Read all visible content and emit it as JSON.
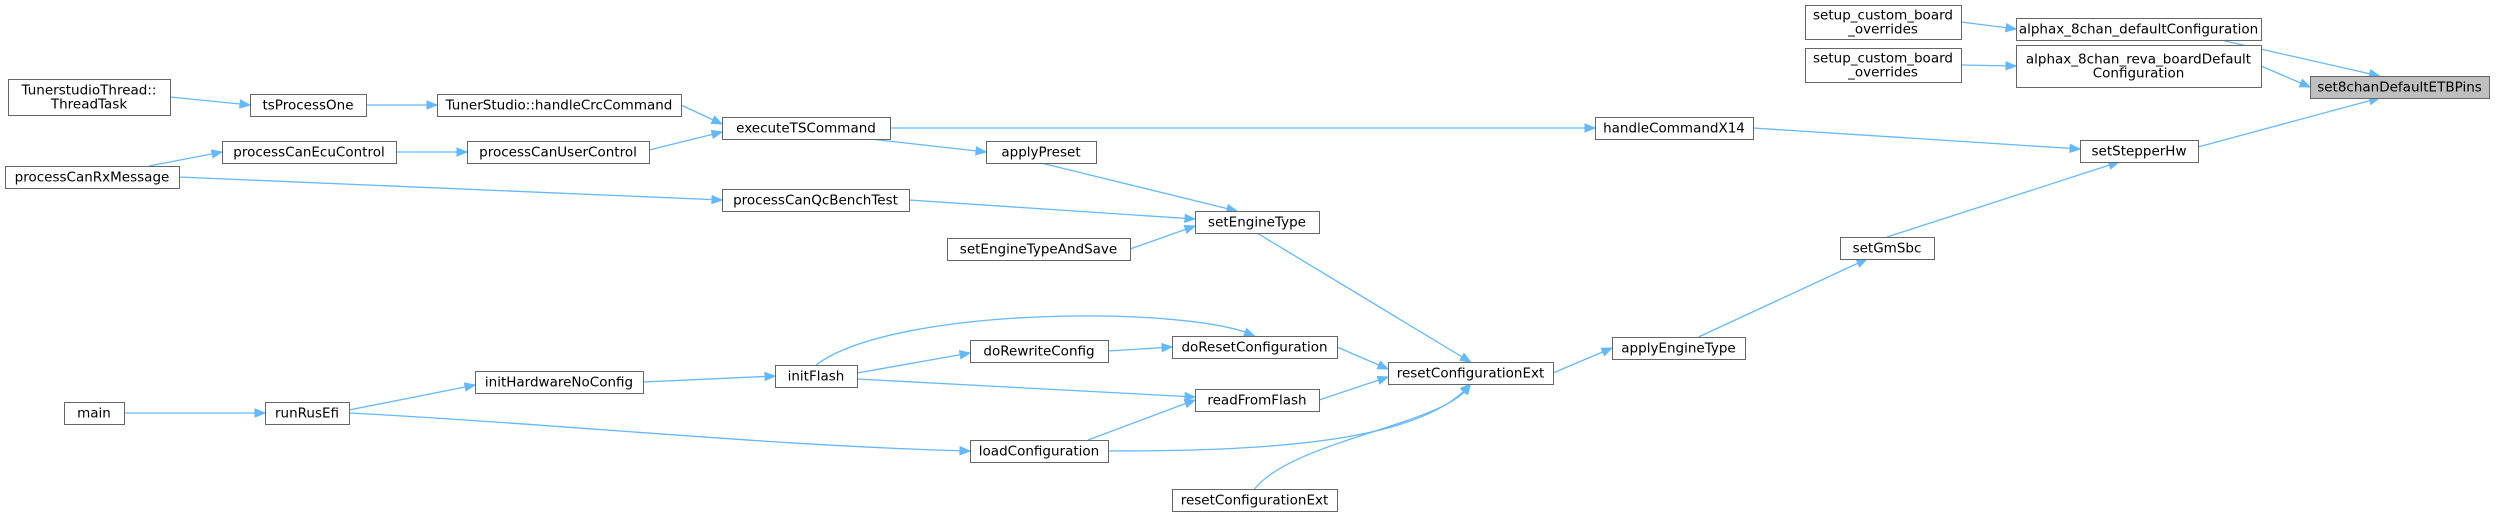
{
  "nodes": [
    {
      "id": "set8chanDefaultETBPins",
      "lines": [
        "set8chanDefaultETBPins"
      ],
      "root": true
    },
    {
      "id": "alphax_8chan_defaultConfiguration",
      "lines": [
        "alphax_8chan_defaultConfiguration"
      ]
    },
    {
      "id": "setup_custom_board_overrides_1",
      "lines": [
        "setup_custom_board",
        "_overrides"
      ]
    },
    {
      "id": "alphax_8chan_reva_boardDefaultConfiguration",
      "lines": [
        "alphax_8chan_reva_boardDefault",
        "Configuration"
      ]
    },
    {
      "id": "setup_custom_board_overrides_2",
      "lines": [
        "setup_custom_board",
        "_overrides"
      ]
    },
    {
      "id": "setStepperHw",
      "lines": [
        "setStepperHw"
      ]
    },
    {
      "id": "handleCommandX14",
      "lines": [
        "handleCommandX14"
      ]
    },
    {
      "id": "setGmSbc",
      "lines": [
        "setGmSbc"
      ]
    },
    {
      "id": "applyEngineType",
      "lines": [
        "applyEngineType"
      ]
    },
    {
      "id": "resetConfigurationExt_1",
      "lines": [
        "resetConfigurationExt"
      ]
    },
    {
      "id": "resetConfigurationExt_2",
      "lines": [
        "resetConfigurationExt"
      ]
    },
    {
      "id": "executeTSCommand",
      "lines": [
        "executeTSCommand"
      ]
    },
    {
      "id": "TunerStudio_handleCrcCommand",
      "lines": [
        "TunerStudio::handleCrcCommand"
      ]
    },
    {
      "id": "tsProcessOne",
      "lines": [
        "tsProcessOne"
      ]
    },
    {
      "id": "TunerstudioThread_ThreadTask",
      "lines": [
        "TunerstudioThread::",
        "ThreadTask"
      ]
    },
    {
      "id": "processCanUserControl",
      "lines": [
        "processCanUserControl"
      ]
    },
    {
      "id": "processCanEcuControl",
      "lines": [
        "processCanEcuControl"
      ]
    },
    {
      "id": "processCanRxMessage",
      "lines": [
        "processCanRxMessage"
      ]
    },
    {
      "id": "applyPreset",
      "lines": [
        "applyPreset"
      ]
    },
    {
      "id": "setEngineType",
      "lines": [
        "setEngineType"
      ]
    },
    {
      "id": "processCanQcBenchTest",
      "lines": [
        "processCanQcBenchTest"
      ]
    },
    {
      "id": "setEngineTypeAndSave",
      "lines": [
        "setEngineTypeAndSave"
      ]
    },
    {
      "id": "doResetConfiguration",
      "lines": [
        "doResetConfiguration"
      ]
    },
    {
      "id": "doRewriteConfig",
      "lines": [
        "doRewriteConfig"
      ]
    },
    {
      "id": "initFlash",
      "lines": [
        "initFlash"
      ]
    },
    {
      "id": "readFromFlash",
      "lines": [
        "readFromFlash"
      ]
    },
    {
      "id": "loadConfiguration",
      "lines": [
        "loadConfiguration"
      ]
    },
    {
      "id": "initHardwareNoConfig",
      "lines": [
        "initHardwareNoConfig"
      ]
    },
    {
      "id": "runRusEfi",
      "lines": [
        "runRusEfi"
      ]
    },
    {
      "id": "main",
      "lines": [
        "main"
      ]
    }
  ],
  "edges": [
    {
      "from": "alphax_8chan_defaultConfiguration",
      "to": "set8chanDefaultETBPins"
    },
    {
      "from": "alphax_8chan_reva_boardDefaultConfiguration",
      "to": "set8chanDefaultETBPins"
    },
    {
      "from": "setStepperHw",
      "to": "set8chanDefaultETBPins"
    },
    {
      "from": "setup_custom_board_overrides_1",
      "to": "alphax_8chan_defaultConfiguration"
    },
    {
      "from": "setup_custom_board_overrides_2",
      "to": "alphax_8chan_reva_boardDefaultConfiguration"
    },
    {
      "from": "handleCommandX14",
      "to": "setStepperHw"
    },
    {
      "from": "setGmSbc",
      "to": "setStepperHw"
    },
    {
      "from": "executeTSCommand",
      "to": "handleCommandX14"
    },
    {
      "from": "applyEngineType",
      "to": "setGmSbc"
    },
    {
      "from": "resetConfigurationExt_1",
      "to": "applyEngineType"
    },
    {
      "from": "TunerStudio_handleCrcCommand",
      "to": "executeTSCommand"
    },
    {
      "from": "processCanUserControl",
      "to": "executeTSCommand"
    },
    {
      "from": "tsProcessOne",
      "to": "TunerStudio_handleCrcCommand"
    },
    {
      "from": "TunerstudioThread_ThreadTask",
      "to": "tsProcessOne"
    },
    {
      "from": "processCanEcuControl",
      "to": "processCanUserControl"
    },
    {
      "from": "processCanRxMessage",
      "to": "processCanEcuControl"
    },
    {
      "from": "executeTSCommand",
      "to": "applyPreset"
    },
    {
      "from": "applyPreset",
      "to": "setEngineType"
    },
    {
      "from": "processCanQcBenchTest",
      "to": "setEngineType"
    },
    {
      "from": "setEngineTypeAndSave",
      "to": "setEngineType"
    },
    {
      "from": "processCanRxMessage",
      "to": "processCanQcBenchTest"
    },
    {
      "from": "setEngineType",
      "to": "resetConfigurationExt_1"
    },
    {
      "from": "doResetConfiguration",
      "to": "resetConfigurationExt_1"
    },
    {
      "from": "readFromFlash",
      "to": "resetConfigurationExt_1"
    },
    {
      "from": "loadConfiguration",
      "to": "resetConfigurationExt_1"
    },
    {
      "from": "resetConfigurationExt_2",
      "to": "resetConfigurationExt_1"
    },
    {
      "from": "doRewriteConfig",
      "to": "doResetConfiguration"
    },
    {
      "from": "initFlash",
      "to": "doResetConfiguration"
    },
    {
      "from": "initFlash",
      "to": "doRewriteConfig"
    },
    {
      "from": "initFlash",
      "to": "readFromFlash"
    },
    {
      "from": "loadConfiguration",
      "to": "readFromFlash"
    },
    {
      "from": "runRusEfi",
      "to": "loadConfiguration"
    },
    {
      "from": "initHardwareNoConfig",
      "to": "initFlash"
    },
    {
      "from": "runRusEfi",
      "to": "initHardwareNoConfig"
    },
    {
      "from": "main",
      "to": "runRusEfi"
    }
  ],
  "colors": {
    "edge": "#63b8ff",
    "node_border": "#666666",
    "root_fill": "#bfbfbf",
    "node_fill": "#ffffff"
  }
}
